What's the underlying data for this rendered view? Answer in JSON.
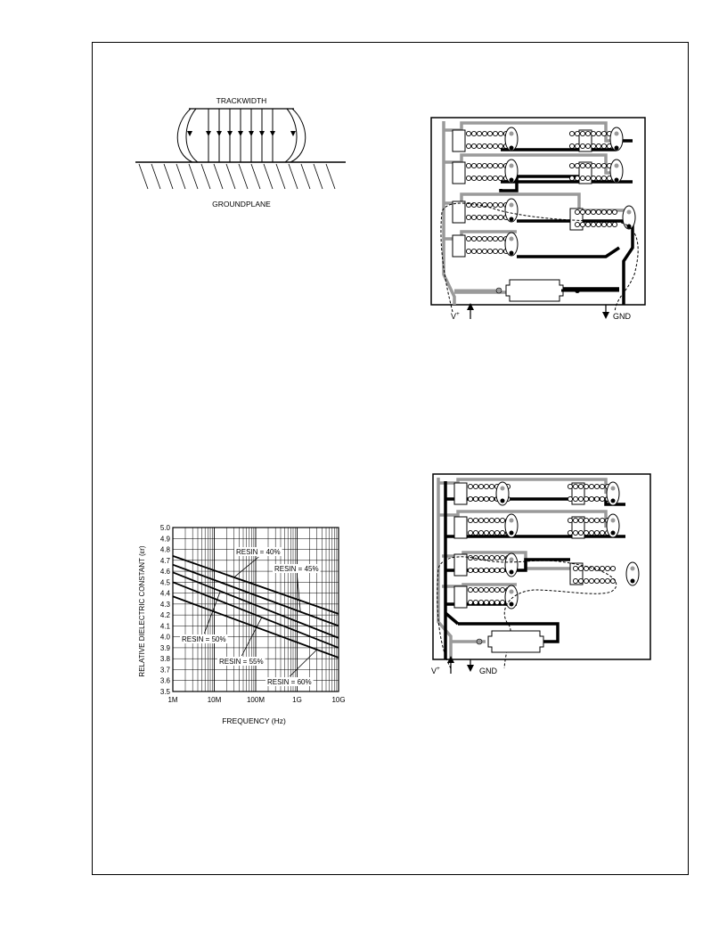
{
  "field_diagram": {
    "top_label": "TRACKWIDTH",
    "bottom_label": "GROUNDPLANE"
  },
  "layout_a": {
    "supply_label": "V",
    "supply_superscript": "+",
    "ground_label": "GND"
  },
  "layout_b": {
    "supply_label": "V",
    "supply_superscript": "+",
    "ground_label": "GND"
  },
  "colors": {
    "trace_dark": "#000000",
    "trace_light": "#9a9a9a",
    "background": "#ffffff"
  },
  "chart_data": {
    "type": "line",
    "title": "",
    "xlabel": "FREQUENCY (Hz)",
    "ylabel": "RELATIVE DIELECTRIC CONSTANT (εr)",
    "xscale": "log",
    "xlim": [
      1000000,
      10000000000
    ],
    "ylim": [
      3.5,
      5.0
    ],
    "x_tick_labels": [
      "1M",
      "10M",
      "100M",
      "1G",
      "10G"
    ],
    "y_tick_labels": [
      "5.0",
      "4.9",
      "4.8",
      "4.7",
      "4.6",
      "4.5",
      "4.4",
      "4.3",
      "4.2",
      "4.1",
      "4.0",
      "3.9",
      "3.8",
      "3.7",
      "3.6",
      "3.5"
    ],
    "grid": true,
    "series": [
      {
        "name": "RESIN = 40%",
        "x": [
          1000000,
          10000000000
        ],
        "y": [
          4.74,
          4.21
        ]
      },
      {
        "name": "RESIN = 45%",
        "x": [
          1000000,
          10000000000
        ],
        "y": [
          4.66,
          4.1
        ]
      },
      {
        "name": "RESIN = 50%",
        "x": [
          1000000,
          10000000000
        ],
        "y": [
          4.59,
          3.99
        ]
      },
      {
        "name": "RESIN = 55%",
        "x": [
          1000000,
          10000000000
        ],
        "y": [
          4.5,
          3.9
        ]
      },
      {
        "name": "RESIN = 60%",
        "x": [
          1000000,
          10000000000
        ],
        "y": [
          4.37,
          3.81
        ]
      }
    ]
  }
}
